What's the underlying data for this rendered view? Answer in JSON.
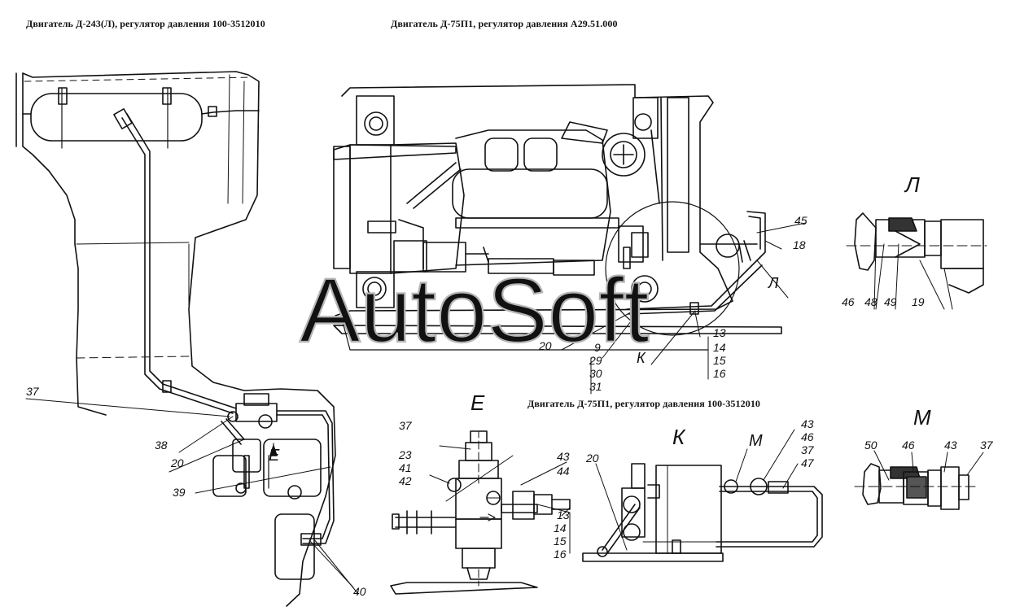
{
  "titles": {
    "left": "Двигатель Д-243(Л), регулятор давления 100-3512010",
    "top_right": "Двигатель Д-75П1, регулятор давления А29.51.000",
    "mid_right": "Двигатель Д-75П1, регулятор давления 100-3512010"
  },
  "watermark": "AutoSoft",
  "views": {
    "L": "Л",
    "E": "Е",
    "K": "К",
    "M": "М"
  },
  "callouts": {
    "left": [
      "37",
      "38",
      "20",
      "39",
      "40"
    ],
    "top_engine": [
      "45",
      "18",
      "Л",
      "13",
      "14",
      "15",
      "16",
      "20",
      "9",
      "29",
      "30",
      "31",
      "К"
    ],
    "view_L": [
      "46",
      "48",
      "49",
      "19"
    ],
    "view_E": [
      "37",
      "23",
      "41",
      "42",
      "43",
      "44",
      "13",
      "14",
      "15",
      "16"
    ],
    "view_K": [
      "20",
      "М",
      "43",
      "46",
      "37",
      "47"
    ],
    "view_M": [
      "50",
      "46",
      "43",
      "37"
    ]
  }
}
